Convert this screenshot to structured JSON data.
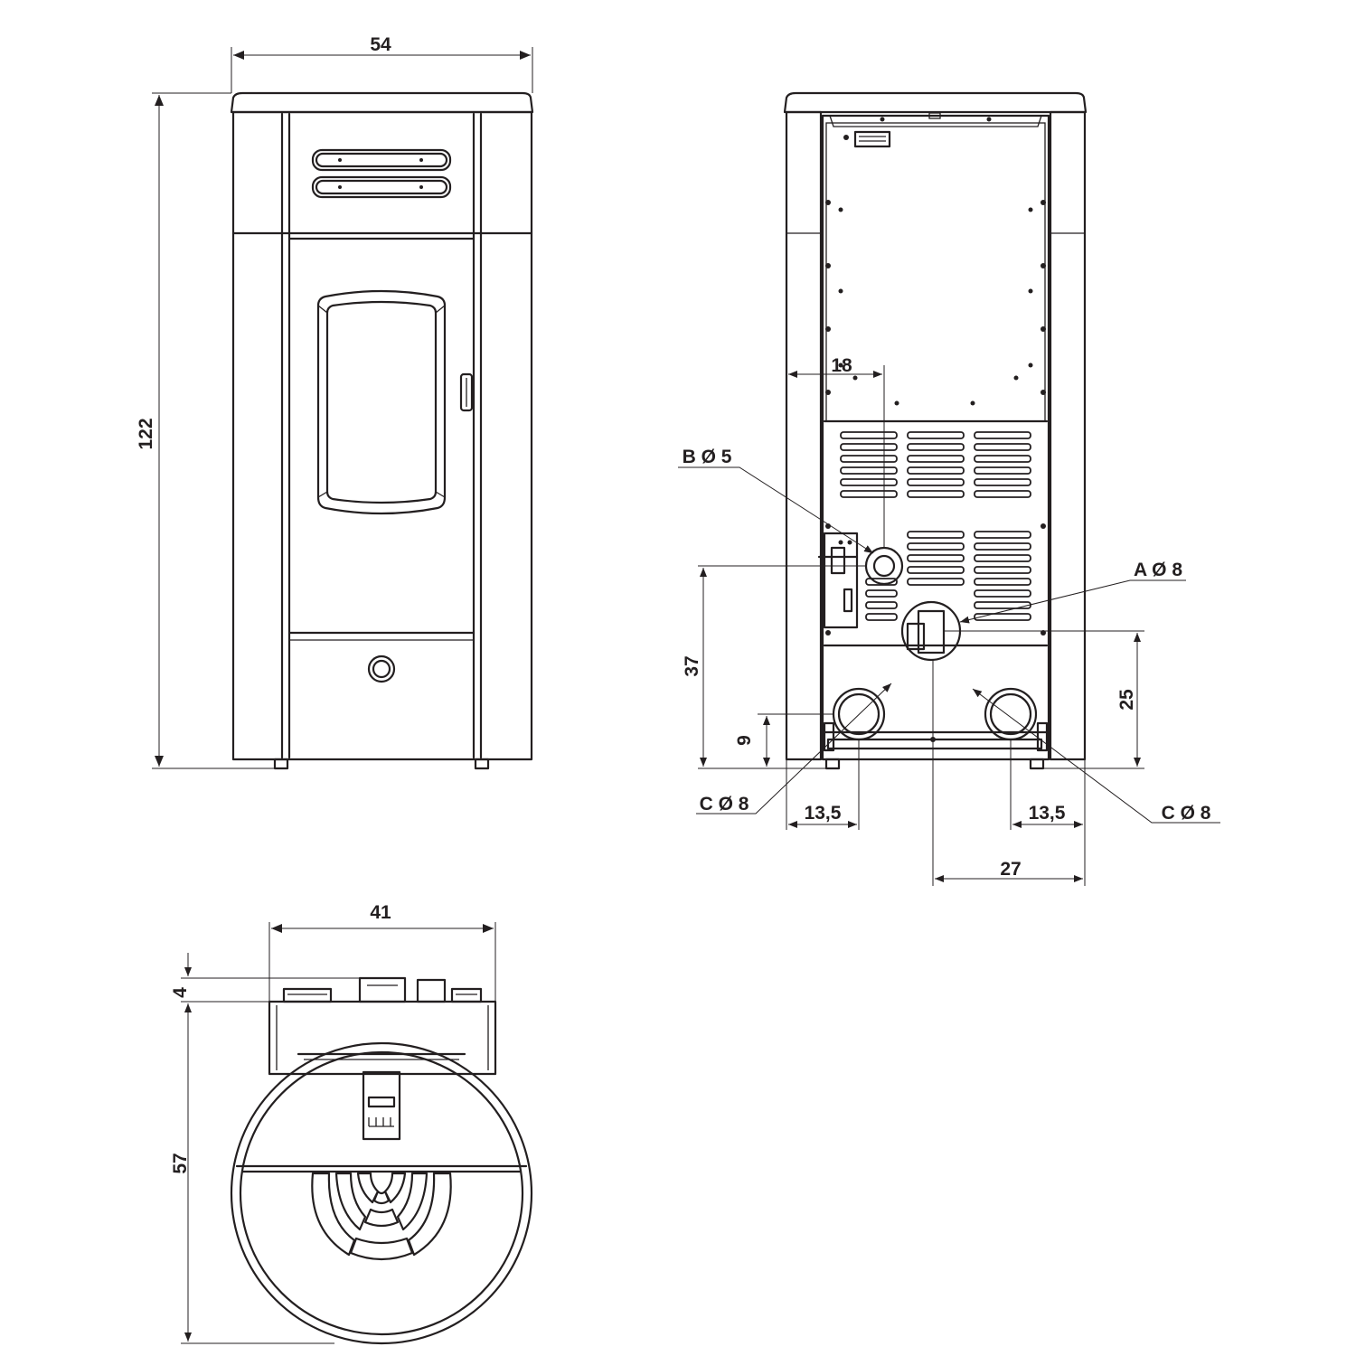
{
  "views": {
    "front": {
      "width_label": "54",
      "height_label": "122"
    },
    "rear": {
      "offset_top_label": "18",
      "outlet_b_label": "B Ø 5",
      "outlet_a_label": "A Ø 8",
      "outlet_c_left_label": "C Ø 8",
      "outlet_c_right_label": "C Ø 8",
      "height_37_label": "37",
      "height_9_label": "9",
      "height_25_label": "25",
      "offset_left_label": "13,5",
      "offset_right_label": "13,5",
      "center_offset_label": "27"
    },
    "top": {
      "width_label": "41",
      "depth_small_label": "4",
      "depth_label": "57"
    }
  },
  "colors": {
    "line": "#231f20",
    "background": "#ffffff"
  }
}
